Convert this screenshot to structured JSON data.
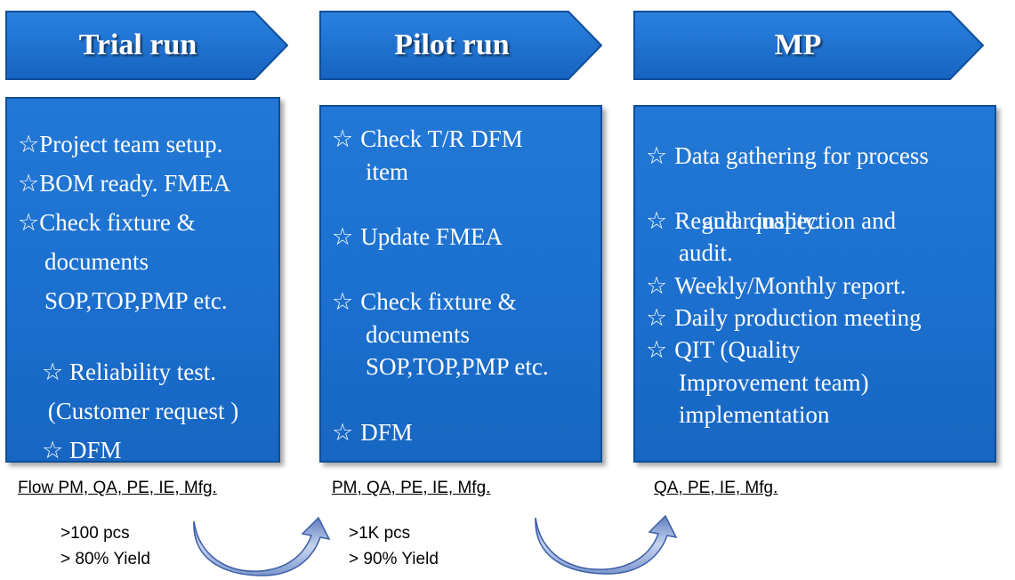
{
  "stages": [
    {
      "title": "Trial run",
      "items": [
        {
          "star": "☆",
          "lines": [
            "Project team setup."
          ]
        },
        {
          "star": "☆",
          "lines": [
            "BOM ready. FMEA"
          ]
        },
        {
          "star": "☆",
          "lines": [
            "Check fixture &",
            "documents",
            "SOP,TOP,PMP etc."
          ]
        },
        {
          "star": "☆",
          "lines": [
            " Reliability test.",
            " (Customer request )"
          ]
        },
        {
          "star": "☆",
          "lines": [
            " DFM"
          ]
        }
      ],
      "team": "Flow PM, QA, PE, IE, Mfg.",
      "target": [
        ">100 pcs",
        "> 80% Yield"
      ]
    },
    {
      "title": "Pilot run",
      "items": [
        {
          "star": "☆",
          "lines": [
            "Check T/R DFM",
            "item"
          ]
        },
        {
          "star": "☆",
          "lines": [
            "Update FMEA"
          ]
        },
        {
          "star": "☆",
          "lines": [
            "Check fixture &",
            "documents",
            "SOP,TOP,PMP etc."
          ]
        },
        {
          "star": "☆",
          "lines": [
            "DFM"
          ]
        }
      ],
      "team": "PM, QA, PE, IE, Mfg.",
      "target": [
        ">1K pcs",
        "> 90% Yield"
      ]
    },
    {
      "title": "MP",
      "items": [
        {
          "star": "☆",
          "lines": [
            "Data gathering for process",
            "and  quality."
          ]
        },
        {
          "star": "☆",
          "lines": [
            "Regular inspection and",
            "audit."
          ]
        },
        {
          "star": "☆",
          "lines": [
            "Weekly/Monthly report."
          ]
        },
        {
          "star": "☆",
          "lines": [
            "Daily production meeting"
          ]
        },
        {
          "star": "☆",
          "lines": [
            "QIT (Quality",
            "Improvement team)",
            "implementation"
          ]
        }
      ],
      "team": "QA, PE, IE, Mfg."
    }
  ],
  "colors": {
    "chevron": "#1e73d2",
    "panel": "#1f6fcf",
    "arrow": "#8ea6d6"
  }
}
